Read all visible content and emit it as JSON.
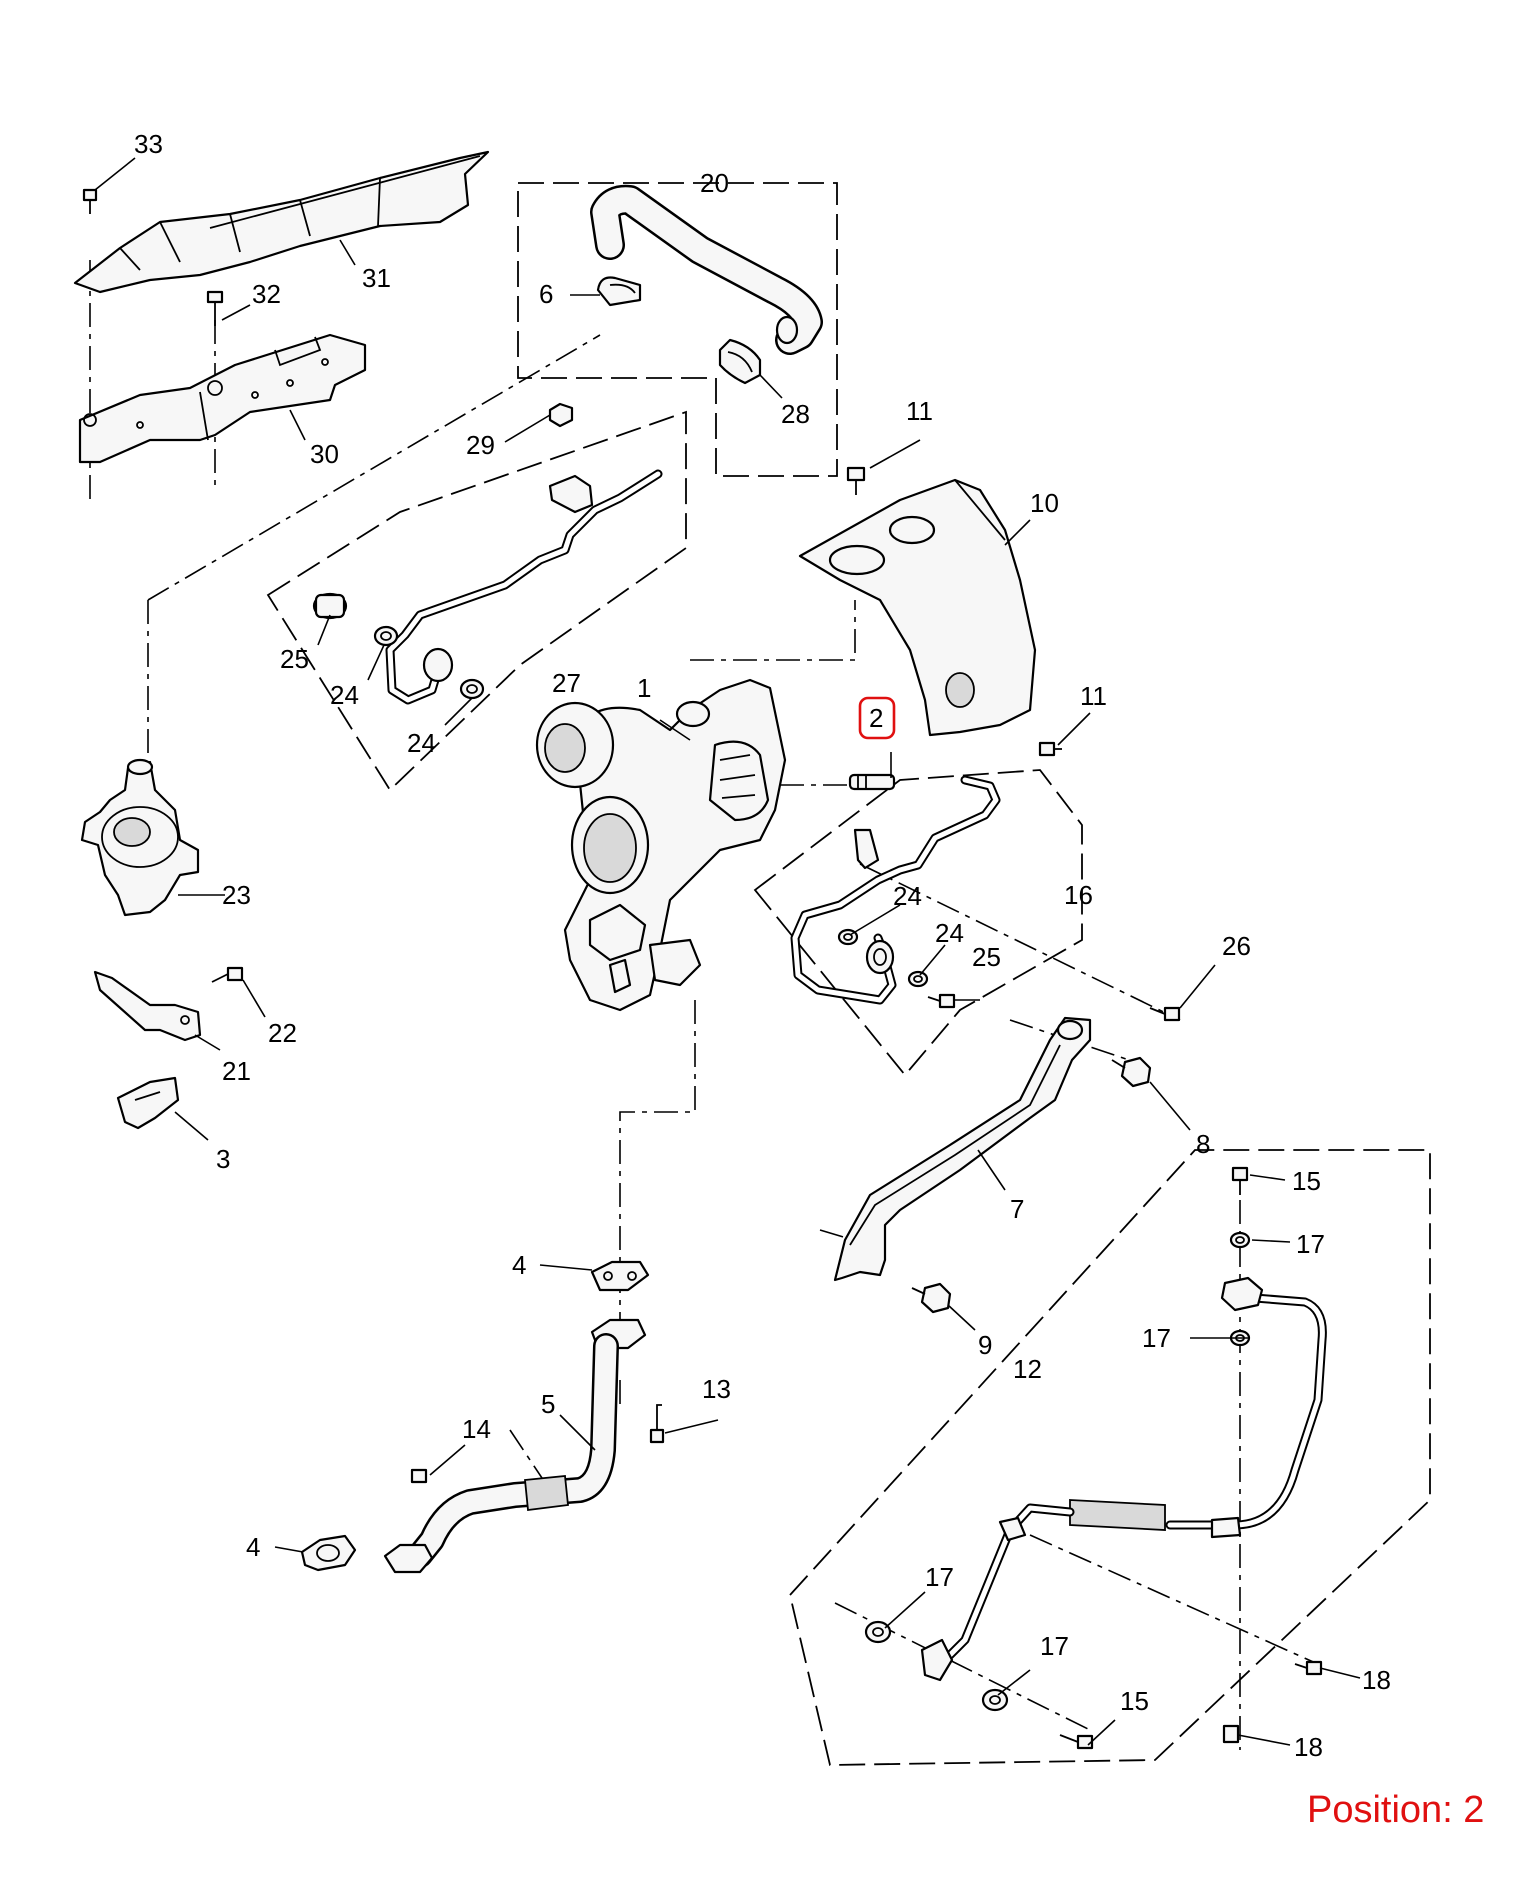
{
  "diagram": {
    "highlight_color": "#e01010",
    "highlighted_callout": "2",
    "position_text": "Position: 2",
    "callouts": [
      {
        "id": "c33",
        "text": "33"
      },
      {
        "id": "c20",
        "text": "20"
      },
      {
        "id": "c31",
        "text": "31"
      },
      {
        "id": "c32",
        "text": "32"
      },
      {
        "id": "c6",
        "text": "6"
      },
      {
        "id": "c28",
        "text": "28"
      },
      {
        "id": "c30",
        "text": "30"
      },
      {
        "id": "c29",
        "text": "29"
      },
      {
        "id": "c11a",
        "text": "11"
      },
      {
        "id": "c10",
        "text": "10"
      },
      {
        "id": "c25a",
        "text": "25"
      },
      {
        "id": "c24a",
        "text": "24"
      },
      {
        "id": "c27",
        "text": "27"
      },
      {
        "id": "c1",
        "text": "1"
      },
      {
        "id": "c24b",
        "text": "24"
      },
      {
        "id": "c2",
        "text": "2"
      },
      {
        "id": "c11b",
        "text": "11"
      },
      {
        "id": "c23",
        "text": "23"
      },
      {
        "id": "c24c",
        "text": "24"
      },
      {
        "id": "c16",
        "text": "16"
      },
      {
        "id": "c24d",
        "text": "24"
      },
      {
        "id": "c25b",
        "text": "25"
      },
      {
        "id": "c26",
        "text": "26"
      },
      {
        "id": "c22",
        "text": "22"
      },
      {
        "id": "c21",
        "text": "21"
      },
      {
        "id": "c8",
        "text": "8"
      },
      {
        "id": "c3",
        "text": "3"
      },
      {
        "id": "c15a",
        "text": "15"
      },
      {
        "id": "c7",
        "text": "7"
      },
      {
        "id": "c17a",
        "text": "17"
      },
      {
        "id": "c4a",
        "text": "4"
      },
      {
        "id": "c9",
        "text": "9"
      },
      {
        "id": "c17b",
        "text": "17"
      },
      {
        "id": "c12",
        "text": "12"
      },
      {
        "id": "c13",
        "text": "13"
      },
      {
        "id": "c5",
        "text": "5"
      },
      {
        "id": "c14",
        "text": "14"
      },
      {
        "id": "c4b",
        "text": "4"
      },
      {
        "id": "c17c",
        "text": "17"
      },
      {
        "id": "c17d",
        "text": "17"
      },
      {
        "id": "c18a",
        "text": "18"
      },
      {
        "id": "c15b",
        "text": "15"
      },
      {
        "id": "c18b",
        "text": "18"
      }
    ]
  }
}
